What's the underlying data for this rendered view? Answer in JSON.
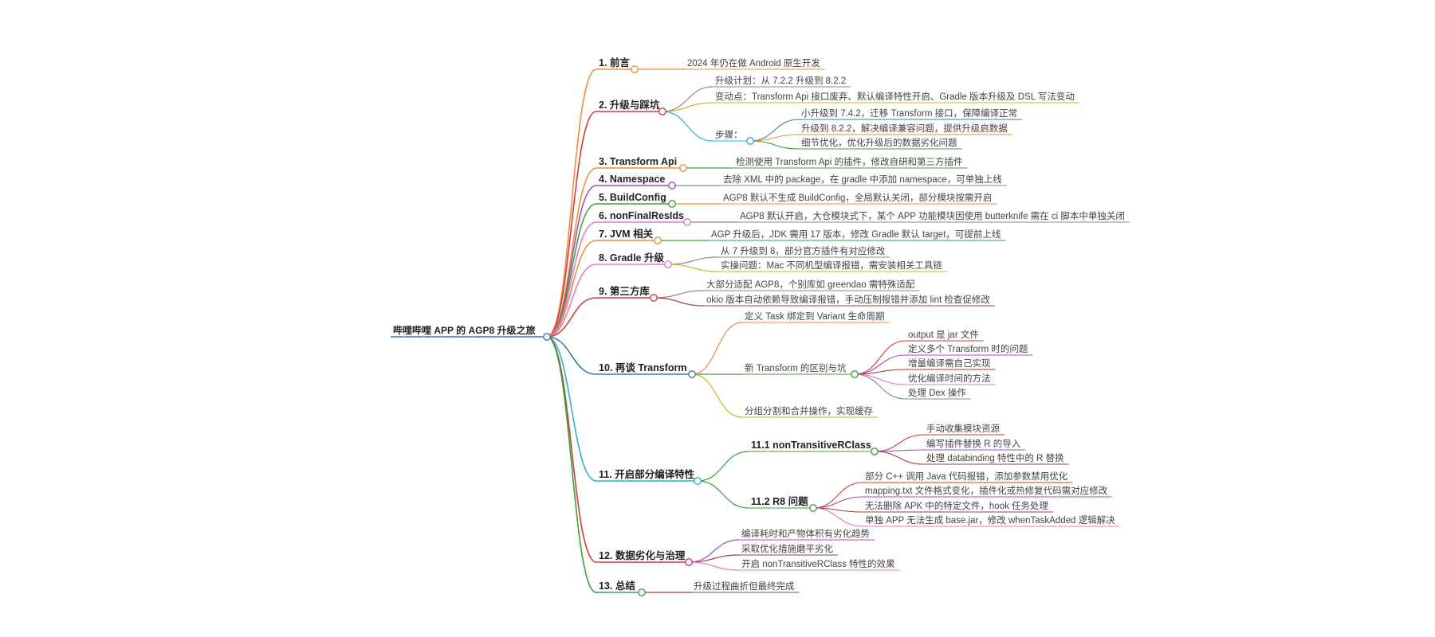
{
  "root": {
    "title": "哔哩哔哩 APP 的 AGP8 升级之旅"
  },
  "branches": [
    {
      "label": "1. 前言",
      "color": "#f08c3c",
      "children": [
        {
          "label": "2024 年仍在做 Android 原生开发"
        }
      ]
    },
    {
      "label": "2. 升级与踩坑",
      "color": "#d23c3c",
      "children": [
        {
          "label": "升级计划：从 7.2.2 升级到 8.2.2",
          "color": "#888888"
        },
        {
          "label": "变动点：Transform Api 接口废弃、默认编译特性开启、Gradle 版本升级及 DSL 写法变动",
          "color": "#c8b428"
        },
        {
          "label": "步骤：",
          "color": "#2ab4c8",
          "children": [
            {
              "label": "小升级到 7.4.2，迁移 Transform 接口，保障编译正常",
              "color": "#3c78b4"
            },
            {
              "label": "升级到 8.2.2，解决编译兼容问题，提供升级启数据",
              "color": "#f08c3c"
            },
            {
              "label": "细节优化，优化升级后的数据劣化问题",
              "color": "#3ca03c"
            }
          ]
        }
      ]
    },
    {
      "label": "3. Transform Api",
      "color": "#f08c3c",
      "children": [
        {
          "label": "检测使用 Transform Api 的插件，修改自研和第三方插件",
          "color": "#3ca03c"
        }
      ]
    },
    {
      "label": "4. Namespace",
      "color": "#a050b4",
      "children": [
        {
          "label": "去除 XML 中的 package，在 gradle 中添加 namespace，可单独上线",
          "color": "#888888"
        }
      ]
    },
    {
      "label": "5. BuildConfig",
      "color": "#3ca03c",
      "children": [
        {
          "label": "AGP8 默认不生成 BuildConfig，全局默认关闭，部分模块按需开启",
          "color": "#f08c3c"
        }
      ]
    },
    {
      "label": "6. nonFinalResIds",
      "color": "#e678c8",
      "children": [
        {
          "label": "AGP8 默认开启，大仓模块式下，某个 APP 功能模块因使用 butterknife 需在 ci 脚本中单独关闭",
          "color": "#888888"
        }
      ]
    },
    {
      "label": "7. JVM 相关",
      "color": "#f08c3c",
      "children": [
        {
          "label": "AGP 升级后，JDK 需用 17 版本，修改 Gradle 默认 target，可提前上线",
          "color": "#3ca03c"
        }
      ]
    },
    {
      "label": "8. Gradle 升级",
      "color": "#e678c8",
      "children": [
        {
          "label": "从 7 升级到 8，部分官方插件有对应修改",
          "color": "#888888"
        },
        {
          "label": "实操问题：Mac 不同机型编译报错，需安装相关工具链",
          "color": "#c8b428"
        }
      ]
    },
    {
      "label": "9. 第三方库",
      "color": "#d23c3c",
      "children": [
        {
          "label": "大部分适配 AGP8，个别库如 greendao 需特殊适配",
          "color": "#888888"
        },
        {
          "label": "okio 版本自动依赖导致编译报错，手动压制报错并添加 lint 检查促修改",
          "color": "#a03c3c"
        }
      ]
    },
    {
      "label": "10. 再谈 Transform",
      "color": "#3c78b4",
      "children": [
        {
          "label": "定义 Task 绑定到 Variant 生命周期",
          "color": "#f08c3c"
        },
        {
          "label": "新 Transform 的区别与坑",
          "color": "#3ca03c",
          "children": [
            {
              "label": "output 是 jar 文件",
              "color": "#d23c3c"
            },
            {
              "label": "定义多个 Transform 时的问题",
              "color": "#a050b4"
            },
            {
              "label": "增量编译需自己实现",
              "color": "#a03c3c"
            },
            {
              "label": "优化编译时间的方法",
              "color": "#e678c8"
            },
            {
              "label": "处理 Dex 操作",
              "color": "#888888"
            }
          ]
        },
        {
          "label": "分组分割和合并操作，实现缓存",
          "color": "#c8b428"
        }
      ]
    },
    {
      "label": "11. 开启部分编译特性",
      "color": "#2ab4c8",
      "children": [
        {
          "label": "11.1 nonTransitiveRClass",
          "color": "#3ca03c",
          "children": [
            {
              "label": "手动收集模块资源",
              "color": "#d23c3c"
            },
            {
              "label": "编写插件替换 R 的导入",
              "color": "#a050b4"
            },
            {
              "label": "处理 databinding 特性中的 R 替换",
              "color": "#a03c3c"
            }
          ]
        },
        {
          "label": "11.2 R8 问题",
          "color": "#3ca03c",
          "children": [
            {
              "label": "部分 C++ 调用 Java 代码报错，添加参数禁用优化",
              "color": "#d23c3c"
            },
            {
              "label": "mapping.txt 文件格式变化，插件化或热修复代码需对应修改",
              "color": "#a050b4"
            },
            {
              "label": "无法删除 APK 中的特定文件，hook 任务处理",
              "color": "#a03c3c"
            },
            {
              "label": "单独 APP 无法生成 base.jar，修改 whenTaskAdded 逻辑解决",
              "color": "#e678c8"
            }
          ]
        }
      ]
    },
    {
      "label": "12. 数据劣化与治理",
      "color": "#d23c3c",
      "children": [
        {
          "label": "编译耗时和产物体积有劣化趋势",
          "color": "#a050b4"
        },
        {
          "label": "采取优化措施磨平劣化",
          "color": "#a03c3c"
        },
        {
          "label": "开启 nonTransitiveRClass 特性的效果",
          "color": "#e678c8"
        }
      ]
    },
    {
      "label": "13. 总结",
      "color": "#3ca03c",
      "children": [
        {
          "label": "升级过程曲折但最终完成",
          "color": "#a03c3c"
        }
      ]
    }
  ]
}
